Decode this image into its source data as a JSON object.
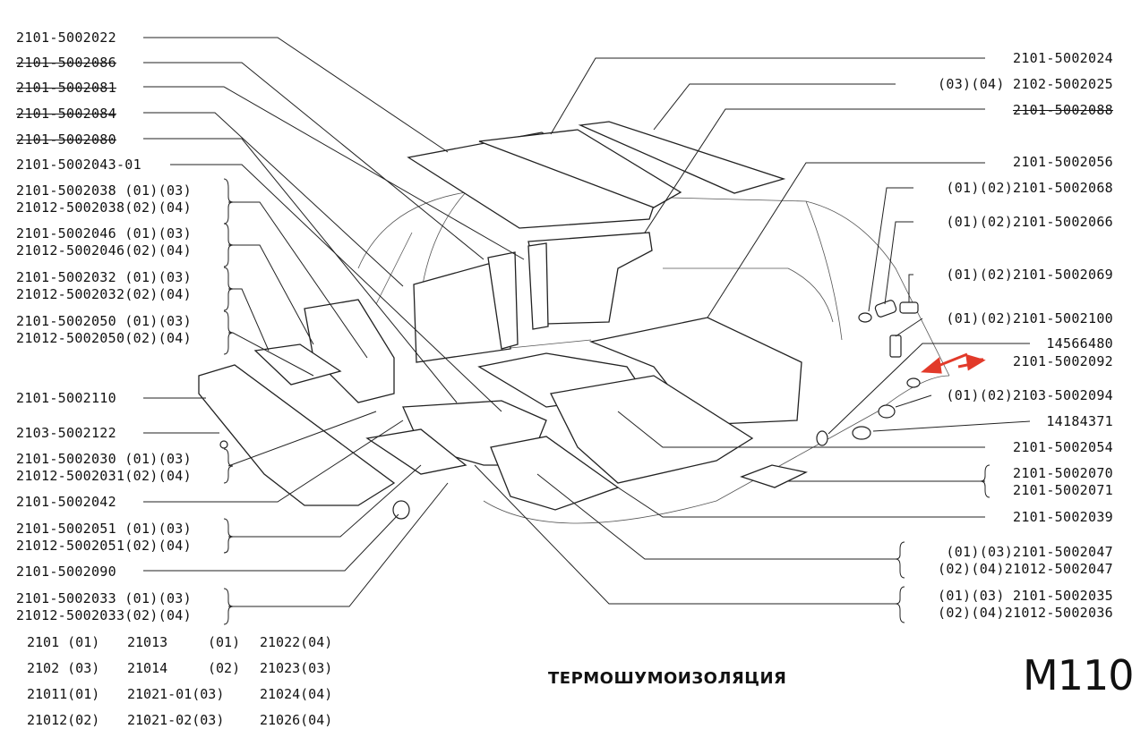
{
  "left_labels": [
    {
      "lines": [
        "2101-5002022"
      ],
      "struck": false
    },
    {
      "lines": [
        "2101-5002086"
      ],
      "struck": true
    },
    {
      "lines": [
        "2101-5002081"
      ],
      "struck": true
    },
    {
      "lines": [
        "2101-5002084"
      ],
      "struck": true
    },
    {
      "lines": [
        "2101-5002080"
      ],
      "struck": true
    },
    {
      "lines": [
        "2101-5002043-01"
      ],
      "struck": false
    },
    {
      "lines": [
        "2101-5002038 (01)(03)",
        "21012-5002038(02)(04)"
      ],
      "struck": false
    },
    {
      "lines": [
        "2101-5002046 (01)(03)",
        "21012-5002046(02)(04)"
      ],
      "struck": false
    },
    {
      "lines": [
        "2101-5002032 (01)(03)",
        "21012-5002032(02)(04)"
      ],
      "struck": false
    },
    {
      "lines": [
        "2101-5002050 (01)(03)",
        "21012-5002050(02)(04)"
      ],
      "struck": false
    },
    {
      "lines": [
        "2101-5002110"
      ],
      "struck": false
    },
    {
      "lines": [
        "2103-5002122"
      ],
      "struck": false
    },
    {
      "lines": [
        "2101-5002030 (01)(03)",
        "21012-5002031(02)(04)"
      ],
      "struck": false
    },
    {
      "lines": [
        "2101-5002042"
      ],
      "struck": false
    },
    {
      "lines": [
        "2101-5002051 (01)(03)",
        "21012-5002051(02)(04)"
      ],
      "struck": false
    },
    {
      "lines": [
        "2101-5002090"
      ],
      "struck": false
    },
    {
      "lines": [
        "2101-5002033 (01)(03)",
        "21012-5002033(02)(04)"
      ],
      "struck": false
    }
  ],
  "right_labels": [
    {
      "lines": [
        "2101-5002024"
      ],
      "struck": false
    },
    {
      "lines": [
        "(03)(04) 2102-5002025"
      ],
      "struck": false
    },
    {
      "lines": [
        "2101-5002088"
      ],
      "struck": true
    },
    {
      "lines": [
        "2101-5002056"
      ],
      "struck": false
    },
    {
      "lines": [
        "(01)(02)2101-5002068"
      ],
      "struck": false
    },
    {
      "lines": [
        "(01)(02)2101-5002066"
      ],
      "struck": false
    },
    {
      "lines": [
        "(01)(02)2101-5002069"
      ],
      "struck": false
    },
    {
      "lines": [
        "(01)(02)2101-5002100"
      ],
      "struck": false
    },
    {
      "lines": [
        "14566480"
      ],
      "struck": false
    },
    {
      "lines": [
        "2101-5002092"
      ],
      "struck": false
    },
    {
      "lines": [
        "(01)(02)2103-5002094"
      ],
      "struck": false
    },
    {
      "lines": [
        "14184371"
      ],
      "struck": false
    },
    {
      "lines": [
        "2101-5002054"
      ],
      "struck": false
    },
    {
      "lines": [
        "2101-5002070",
        "2101-5002071"
      ],
      "struck": false
    },
    {
      "lines": [
        "2101-5002039"
      ],
      "struck": false
    },
    {
      "lines": [
        "(01)(03)2101-5002047",
        "(02)(04)21012-5002047"
      ],
      "struck": false
    },
    {
      "lines": [
        "(01)(03) 2101-5002035",
        "(02)(04)21012-5002036"
      ],
      "struck": false
    }
  ],
  "legend": [
    [
      "2101 (01)",
      "21013",
      "(01)",
      "21022(04)"
    ],
    [
      "2102 (03)",
      "21014",
      "(02)",
      "21023(03)"
    ],
    [
      "21011(01)",
      "21021-01(03)",
      "",
      "21024(04)"
    ],
    [
      "21012(02)",
      "21021-02(03)",
      "",
      "21026(04)"
    ]
  ],
  "title": "ТЕРМОШУМОИЗОЛЯЦИЯ",
  "code": "M110",
  "colors": {
    "line": "#222222",
    "arrow": "#e23a2a"
  }
}
